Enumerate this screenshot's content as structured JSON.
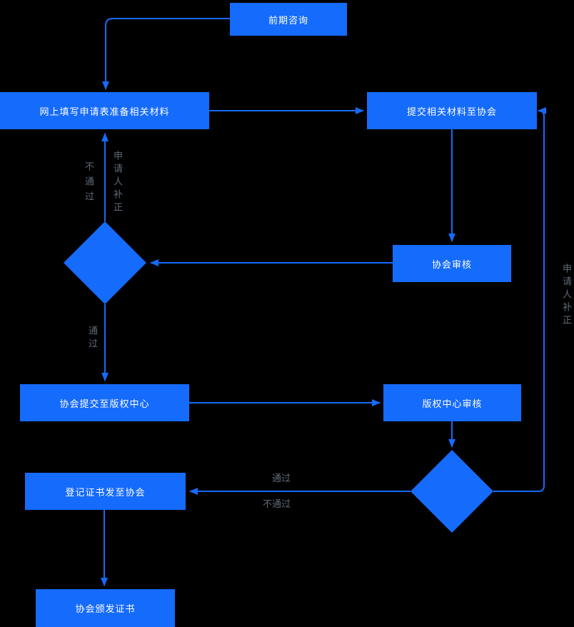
{
  "diagram": {
    "title_hint": "copyright-registration-flowchart",
    "background_color": "#000000",
    "node_fill_color": "#156bfb",
    "node_text_color": "#ffffff",
    "connector_color": "#156bfb",
    "edge_label_color": "#5f6b78",
    "nodes": {
      "consult": {
        "label": "前期咨询"
      },
      "fill_form": {
        "label": "网上填写申请表准备相关材料"
      },
      "submit_materials": {
        "label": "提交相关材料至协会"
      },
      "assoc_review": {
        "label": "协会审核"
      },
      "assoc_submit": {
        "label": "协会提交至版权中心"
      },
      "copyright_review": {
        "label": "版权中心审核"
      },
      "cert_to_assoc": {
        "label": "登记证书发至协会"
      },
      "issue_cert": {
        "label": "协会颁发证书"
      }
    },
    "edge_labels": {
      "assoc_fail": "不通过",
      "assoc_applicant_fix": "申请人补正",
      "assoc_pass": "通过",
      "copyright_pass": "通过",
      "copyright_fail": "不通过",
      "copyright_applicant_fix": "申请人补正"
    }
  }
}
